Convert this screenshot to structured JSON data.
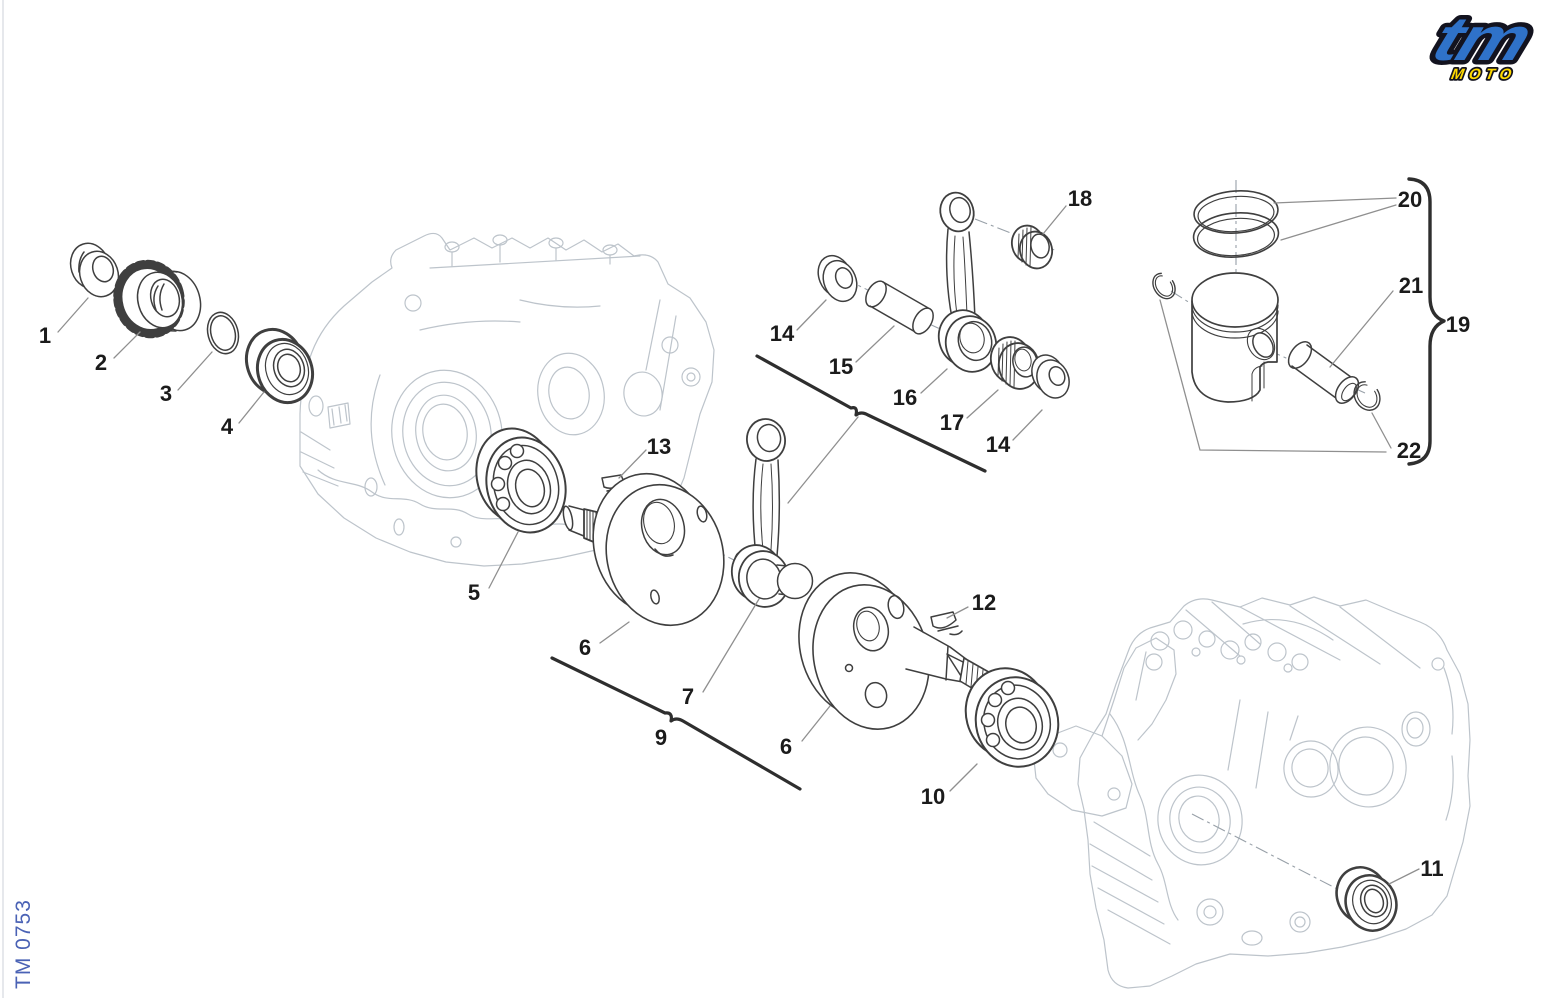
{
  "logo": {
    "brand": "tm",
    "sub_brand": "MOTO",
    "brand_color": "#2f72c9",
    "sub_brand_color": "#ffd900",
    "outline_color": "#13131f"
  },
  "footer": {
    "drawing_code": "TM 0753",
    "color": "#4a62b5"
  },
  "style": {
    "background": "#ffffff",
    "part_line": "#3f3f3f",
    "case_line": "#bdc4cb",
    "leader_line": "#8f8f8f",
    "centerline": "#98a0a8",
    "label_color": "#1b1b1b",
    "bracket_color": "#2e2e2e"
  },
  "callouts": [
    {
      "label": "1"
    },
    {
      "label": "2"
    },
    {
      "label": "3"
    },
    {
      "label": "4"
    },
    {
      "label": "5"
    },
    {
      "label": "6"
    },
    {
      "label": "7"
    },
    {
      "label": "9"
    },
    {
      "label": "6"
    },
    {
      "label": "10"
    },
    {
      "label": "11"
    },
    {
      "label": "12"
    },
    {
      "label": "13"
    },
    {
      "label": "14"
    },
    {
      "label": "15"
    },
    {
      "label": "16"
    },
    {
      "label": "17"
    },
    {
      "label": "14"
    },
    {
      "label": "18"
    },
    {
      "label": "19"
    },
    {
      "label": "20"
    },
    {
      "label": "21"
    },
    {
      "label": "22"
    }
  ]
}
